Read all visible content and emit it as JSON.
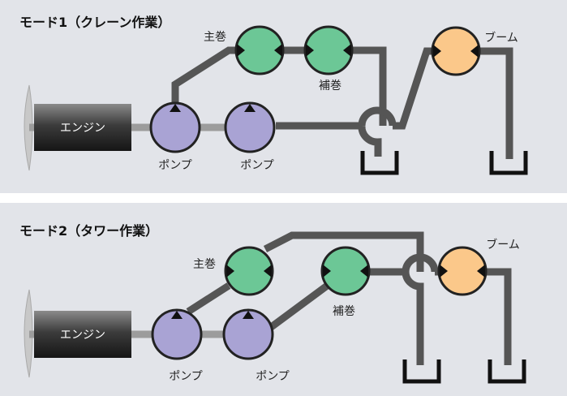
{
  "panels": [
    {
      "title": "モード1（クレーン作業）",
      "engine_label": "エンジン",
      "pump_labels": [
        "ポンプ",
        "ポンプ"
      ],
      "main_winch_label": "主巻",
      "aux_winch_label": "補巻",
      "boom_label": "ブーム"
    },
    {
      "title": "モード2（タワー作業）",
      "engine_label": "エンジン",
      "pump_labels": [
        "ポンプ",
        "ポンプ"
      ],
      "main_winch_label": "主巻",
      "aux_winch_label": "補巻",
      "boom_label": "ブーム"
    }
  ],
  "colors": {
    "panel_background": "#e2e4e9",
    "pipe": "#555555",
    "pump": "#a9a3d4",
    "winch_motor": "#6cc796",
    "boom_motor": "#fbc88a"
  }
}
